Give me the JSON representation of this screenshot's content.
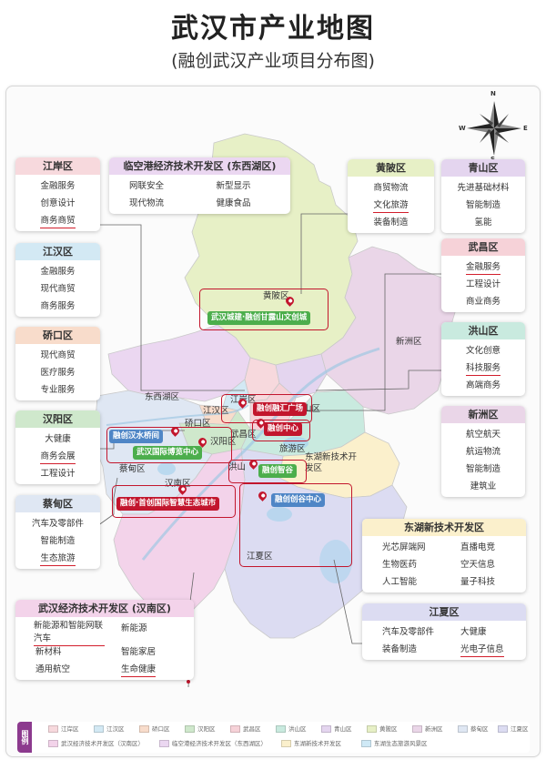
{
  "title": "武汉市产业地图",
  "subtitle": "(融创武汉产业项目分布图)",
  "compass": {
    "n": "N",
    "s": "S",
    "e": "E",
    "w": "W"
  },
  "cards": {
    "jiangan": {
      "title": "江岸区",
      "items": [
        "金融服务",
        "创意设计",
        "商务商贸"
      ]
    },
    "linkong": {
      "title": "临空港经济技术开发区 (东西湖区)",
      "items": [
        "网联安全",
        "新型显示",
        "现代物流",
        "健康食品"
      ]
    },
    "huangpi": {
      "title": "黄陂区",
      "items": [
        "商贸物流",
        "文化旅游",
        "装备制造"
      ]
    },
    "qingshan": {
      "title": "青山区",
      "items": [
        "先进基础材料",
        "智能制造",
        "氢能"
      ]
    },
    "jianghan": {
      "title": "江汉区",
      "items": [
        "金融服务",
        "现代商贸",
        "商务服务"
      ]
    },
    "wuchang": {
      "title": "武昌区",
      "items": [
        "金融服务",
        "工程设计",
        "商业商务"
      ]
    },
    "qiaokou": {
      "title": "硚口区",
      "items": [
        "现代商贸",
        "医疗服务",
        "专业服务"
      ]
    },
    "hongshan": {
      "title": "洪山区",
      "items": [
        "文化创意",
        "科技服务",
        "高端商务"
      ]
    },
    "hanyang": {
      "title": "汉阳区",
      "items": [
        "大健康",
        "商务会展",
        "工程设计"
      ]
    },
    "xinzhou": {
      "title": "新洲区",
      "items": [
        "航空航天",
        "航运物流",
        "智能制造",
        "建筑业"
      ]
    },
    "caidian": {
      "title": "蔡甸区",
      "items": [
        "汽车及零部件",
        "智能制造",
        "生态旅游"
      ]
    },
    "donghu": {
      "title": "东湖新技术开发区",
      "items": [
        "光芯屏端网",
        "直播电竞",
        "生物医药",
        "空天信息",
        "人工智能",
        "量子科技"
      ]
    },
    "wuhanjk": {
      "title": "武汉经济技术开发区 (汉南区)",
      "items": [
        "新能源和智能网联汽车",
        "新能源",
        "新材料",
        "智能家居",
        "通用航空",
        "生命健康"
      ]
    },
    "jiangxia": {
      "title": "江夏区",
      "items": [
        "汽车及零部件",
        "大健康",
        "装备制造",
        "光电子信息"
      ]
    }
  },
  "districts": [
    "黄陂区",
    "新洲区",
    "东西湖区",
    "江岸区",
    "江汉区",
    "硚口区",
    "青山区",
    "武昌区",
    "汉阳区",
    "洪山区",
    "蔡甸区",
    "汉南区",
    "东湖新技术开发区",
    "江夏区",
    "山区",
    "旅游区",
    "洪山"
  ],
  "projects": [
    "武汉城建·融创甘露山文创城",
    "融创融汇广场",
    "融创中心",
    "融创汉水桥间",
    "武汉国际博览中心",
    "融创智谷",
    "融创·首创国际智慧生态城市",
    "融创创谷中心"
  ],
  "legend": {
    "tag": "图例",
    "items": [
      "江岸区",
      "江汉区",
      "硚口区",
      "汉阳区",
      "武昌区",
      "洪山区",
      "青山区",
      "黄陂区",
      "新洲区",
      "蔡甸区",
      "江夏区",
      "武汉经济技术开发区（汉南区）",
      "临空港经济技术开发区（东西湖区）",
      "东湖新技术开发区",
      "东湖生态旅游风景区"
    ],
    "colors": [
      "#f7d9dd",
      "#d3e9f4",
      "#f8dccb",
      "#cfe8cc",
      "#f6d2d8",
      "#c9eadf",
      "#e4d5ef",
      "#e7f0c6",
      "#ead6e8",
      "#dfe7f3",
      "#dcdcf2",
      "#f3d3ea",
      "#ebd7f1",
      "#fbf0cc",
      "#cfe9f6"
    ]
  },
  "colors": {
    "accent": "#c2162d",
    "underline": "#d21e2c",
    "legend_tag": "#8c3a8e",
    "project_red": "#c2162d",
    "project_green": "#4cae4c",
    "project_blue": "#4f86c6"
  }
}
